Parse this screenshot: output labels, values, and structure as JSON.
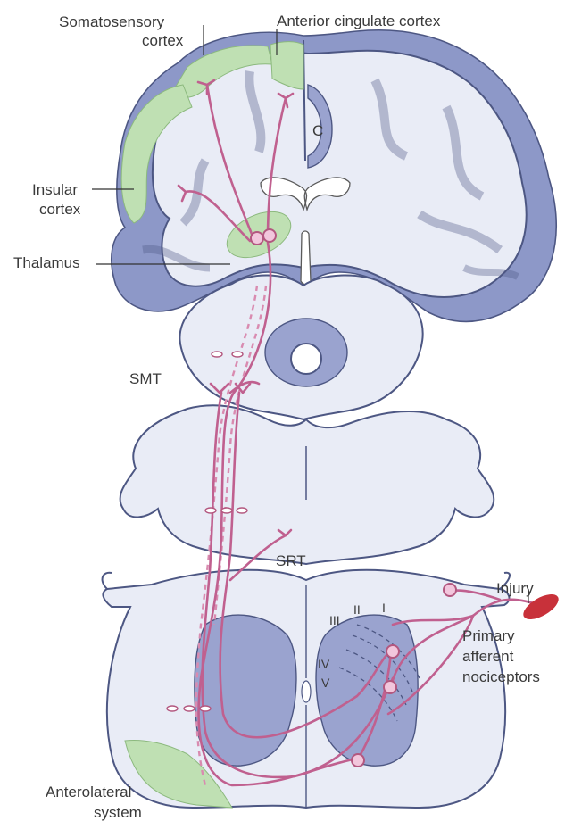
{
  "labels": {
    "somatosensory_line1": "Somatosensory",
    "somatosensory_line2": "cortex",
    "anterior_cingulate": "Anterior cingulate cortex",
    "c_marker": "C",
    "insular_line1": "Insular",
    "insular_line2": "cortex",
    "thalamus": "Thalamus",
    "smt": "SMT",
    "srt": "SRT",
    "injury": "Injury",
    "primary_line1": "Primary",
    "primary_line2": "afferent",
    "primary_line3": "nociceptors",
    "lamina_i": "I",
    "lamina_ii": "II",
    "lamina_iii": "III",
    "lamina_iv": "IV",
    "lamina_v": "V",
    "anterolateral_line1": "Anterolateral",
    "anterolateral_line2": "system"
  },
  "colors": {
    "pathway": "#c0608f",
    "neuron_fill": "#f2c6dc",
    "grey_matter": "#9aa3cf",
    "white_matter": "#e9ecf6",
    "pain_region_green": "#bfe0b3",
    "injury_red": "#c8313a"
  }
}
